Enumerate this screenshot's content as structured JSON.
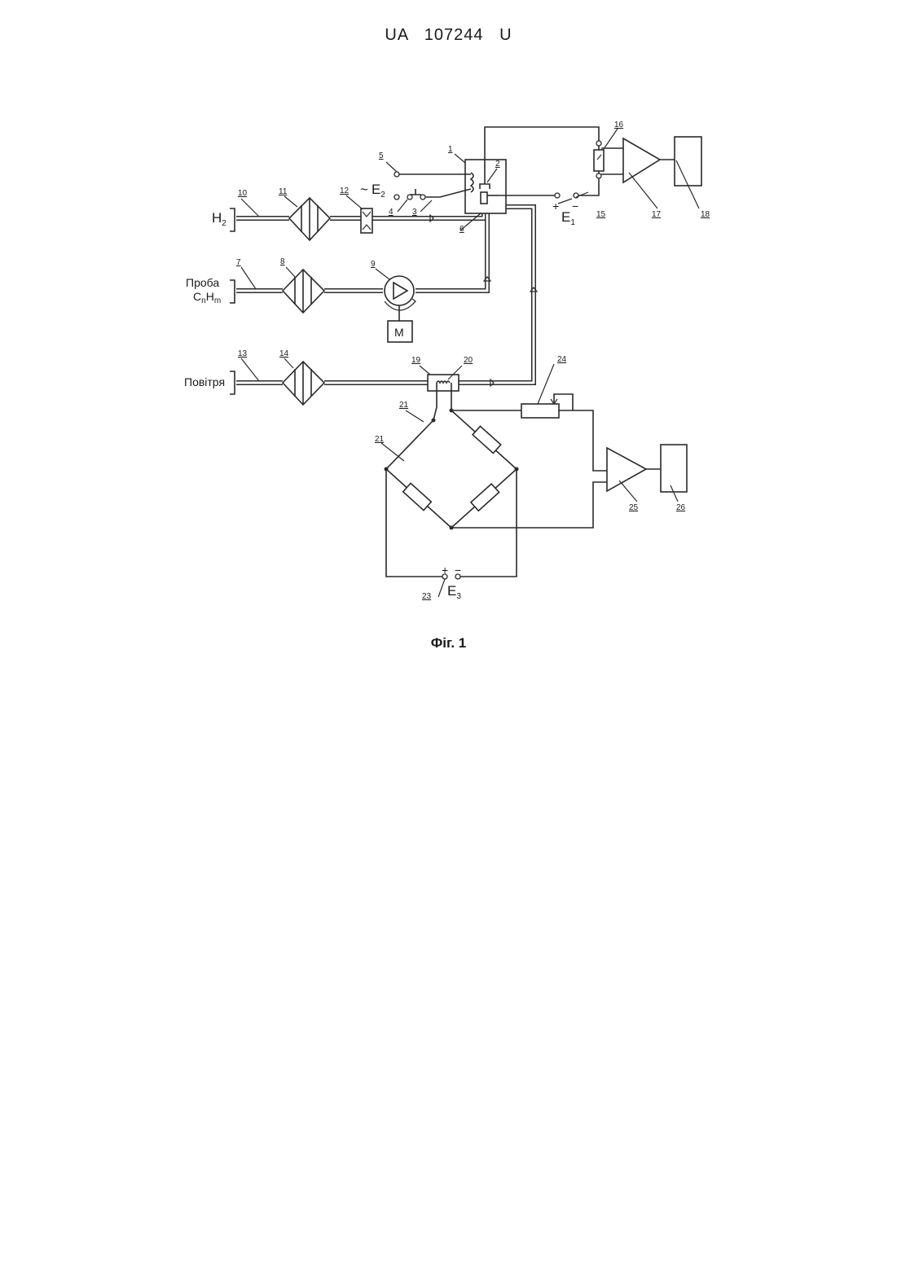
{
  "header": {
    "patent_number": "UA   107244   U"
  },
  "figure": {
    "caption": "Фіг. 1",
    "inputs": {
      "h2": {
        "main": "H",
        "sub": "2"
      },
      "sample_line1": "Проба",
      "sample_line2": {
        "c": "C",
        "n": "n",
        "h": "H",
        "m": "m"
      },
      "air": "Повітря"
    },
    "sources": {
      "e1": {
        "main": "E",
        "sub": "1",
        "plus": "+",
        "minus": "−"
      },
      "e2": {
        "tilde": "~",
        "main": "E",
        "sub": "2"
      },
      "e3": {
        "main": "E",
        "sub": "3",
        "plus": "+",
        "minus": "−"
      }
    },
    "motor_label": "M",
    "refs": {
      "r1": "1",
      "r2": "2",
      "r3": "3",
      "r4": "4",
      "r5": "5",
      "r6": "6",
      "r7": "7",
      "r8": "8",
      "r9": "9",
      "r10": "10",
      "r11": "11",
      "r12": "12",
      "r13": "13",
      "r14": "14",
      "r15": "15",
      "r16": "16",
      "r17": "17",
      "r18": "18",
      "r19": "19",
      "r20": "20",
      "r21a": "21",
      "r21b": "21",
      "r23": "23",
      "r24": "24",
      "r25": "25",
      "r26": "26"
    }
  }
}
